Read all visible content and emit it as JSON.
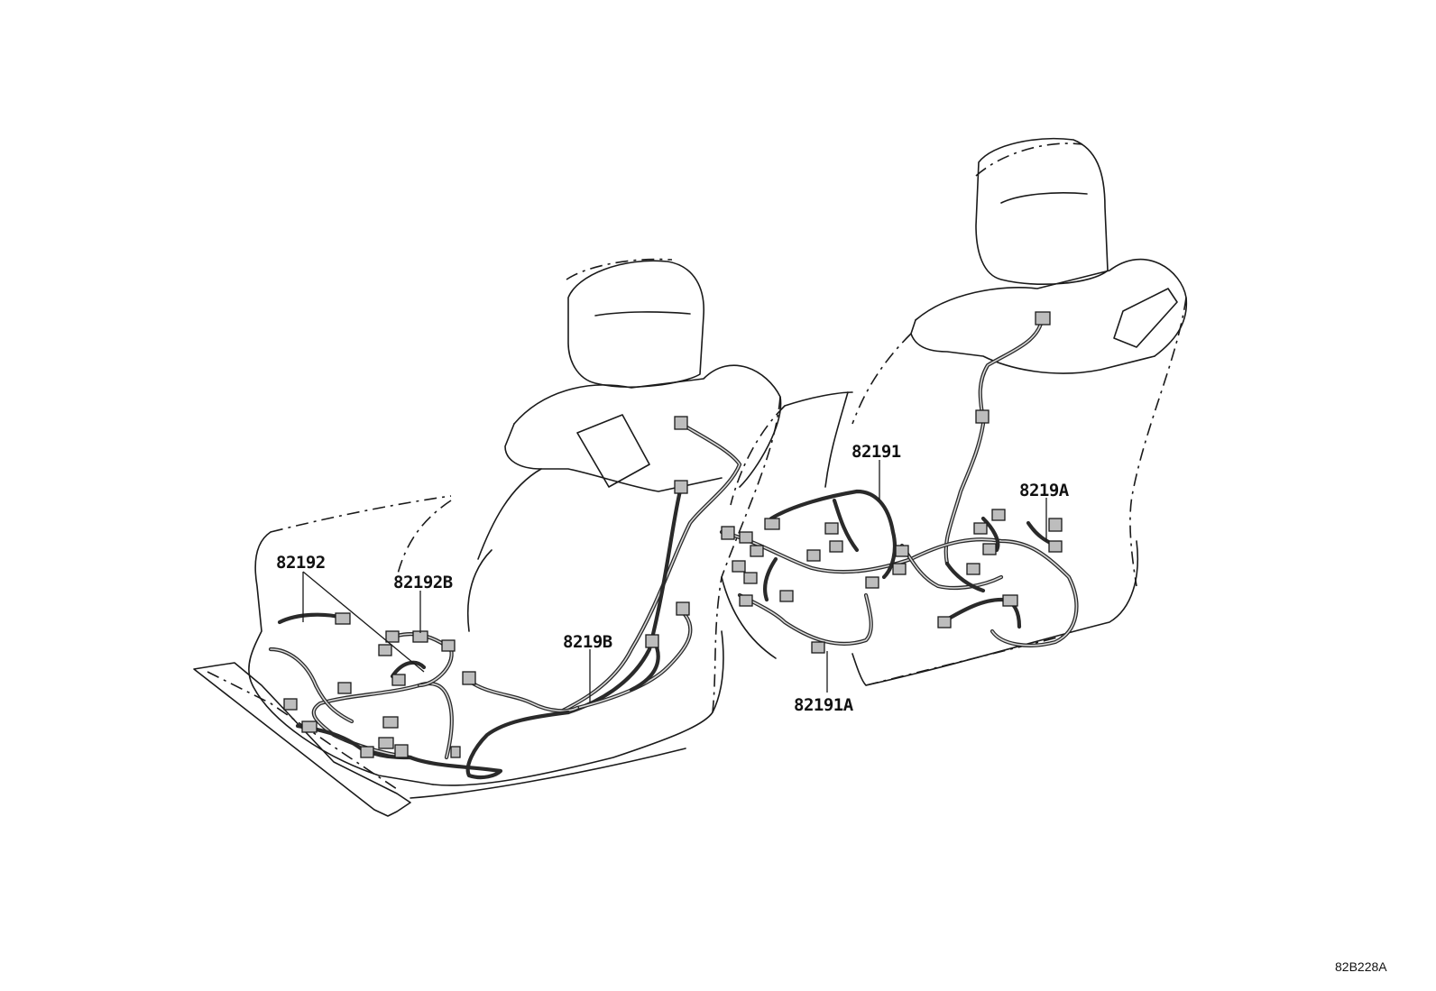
{
  "diagram": {
    "callouts": [
      {
        "id": "82192",
        "label": "82192"
      },
      {
        "id": "82192B",
        "label": "82192B"
      },
      {
        "id": "8219B",
        "label": "8219B"
      },
      {
        "id": "82191",
        "label": "82191"
      },
      {
        "id": "8219A",
        "label": "8219A"
      },
      {
        "id": "82191A",
        "label": "82191A"
      }
    ],
    "reference_code": "82B228A",
    "colors": {
      "line": "#1a1a1a",
      "connector_fill": "#bdbdbd",
      "background": "#ffffff"
    }
  }
}
